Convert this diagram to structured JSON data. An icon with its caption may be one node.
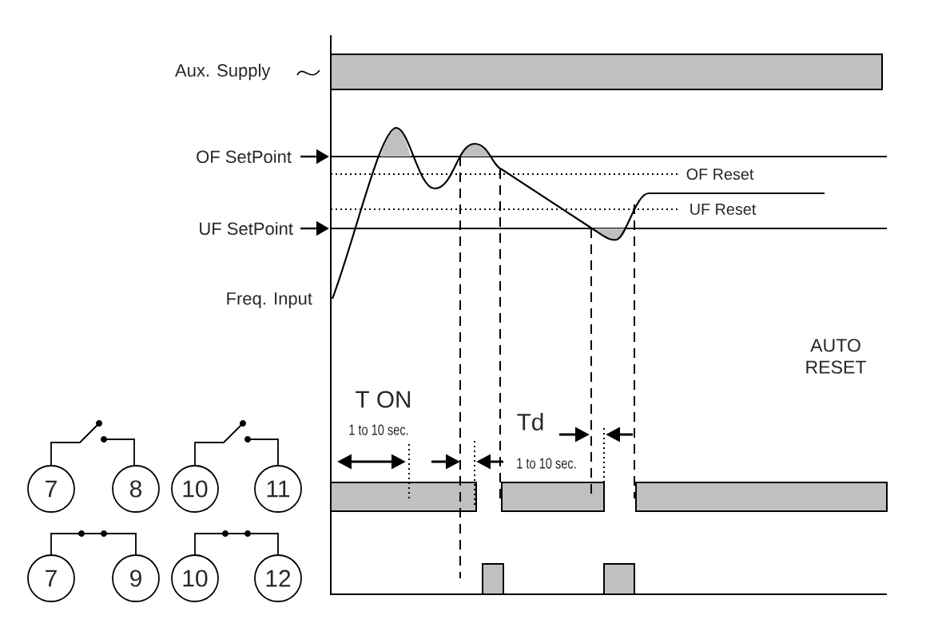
{
  "diagram": {
    "nodes": [
      {
        "text": [
          "7"
        ]
      },
      {
        "text": [
          "8"
        ]
      },
      {
        "text": [
          "10"
        ]
      },
      {
        "text": [
          "11"
        ]
      },
      {
        "text": [
          "7"
        ]
      },
      {
        "text": [
          "9"
        ]
      },
      {
        "text": [
          "10"
        ]
      },
      {
        "text": [
          "12"
        ]
      }
    ],
    "edges": [
      {
        "from": 4,
        "to": 5,
        "arrow": "none"
      },
      {
        "from": 6,
        "to": 7,
        "arrow": "none"
      }
    ],
    "labels": [
      "Aux. Supply",
      "OF SetPoint",
      "UF SetPoint",
      "Freq. Input",
      "OF Reset",
      "UF Reset",
      "AUTO RESET",
      "T ON",
      "1 to 10 sec.",
      "Td",
      "1 to 10 sec."
    ]
  }
}
